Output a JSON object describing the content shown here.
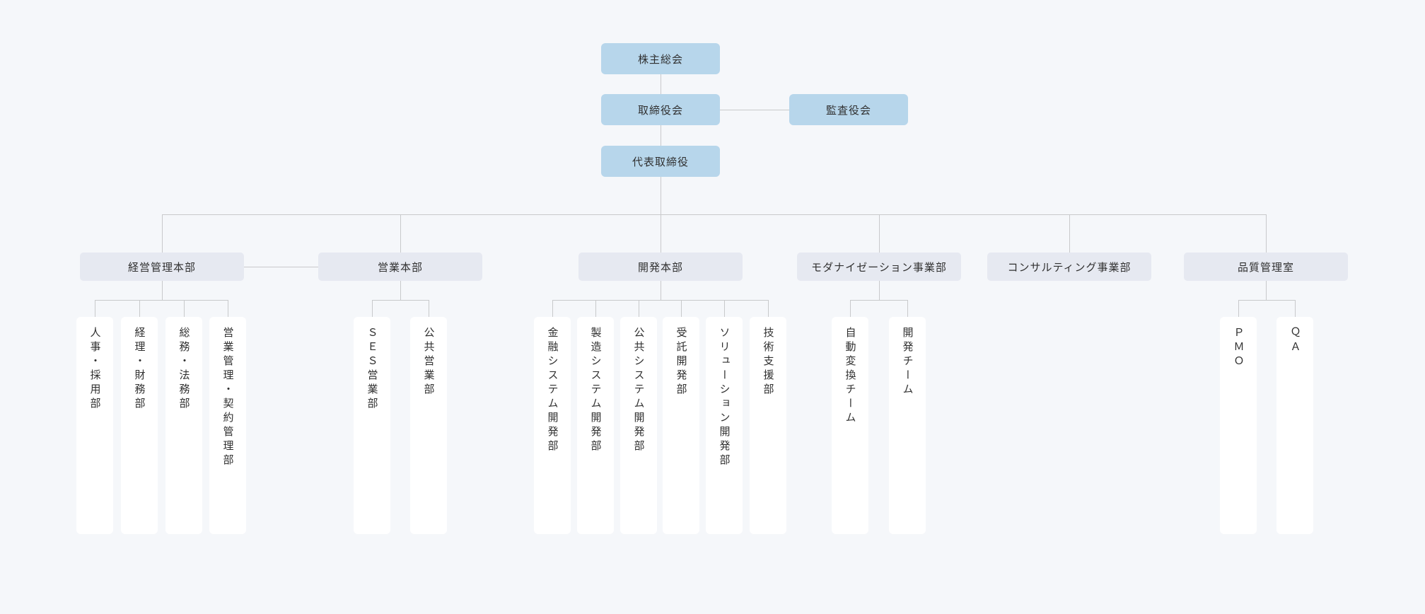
{
  "org_chart": {
    "executive": {
      "shareholders_meeting": "株主総会",
      "board_of_directors": "取締役会",
      "audit_board": "監査役会",
      "representative_director": "代表取締役"
    },
    "departments": [
      {
        "label": "経営管理本部",
        "children": [
          "人事・採用部",
          "経理・財務部",
          "総務・法務部",
          "営業管理・契約管理部"
        ]
      },
      {
        "label": "営業本部",
        "children": [
          "ＳＥＳ営業部",
          "公共営業部"
        ]
      },
      {
        "label": "開発本部",
        "children": [
          "金融システム開発部",
          "製造システム開発部",
          "公共システム開発部",
          "受託開発部",
          "ソリューション開発部",
          "技術支援部"
        ]
      },
      {
        "label": "モダナイゼーション事業部",
        "children": [
          "自動変換チーム",
          "開発チーム"
        ]
      },
      {
        "label": "コンサルティング事業部",
        "children": []
      },
      {
        "label": "品質管理室",
        "children": [
          "ＰＭＯ",
          "ＱＡ"
        ]
      }
    ],
    "colors": {
      "executive_box": "#b7d6eb",
      "department_box": "#e6e9f1",
      "unit_box": "#ffffff",
      "connector": "#c8c9cb",
      "background": "#f5f7fa",
      "text": "#303030"
    }
  }
}
